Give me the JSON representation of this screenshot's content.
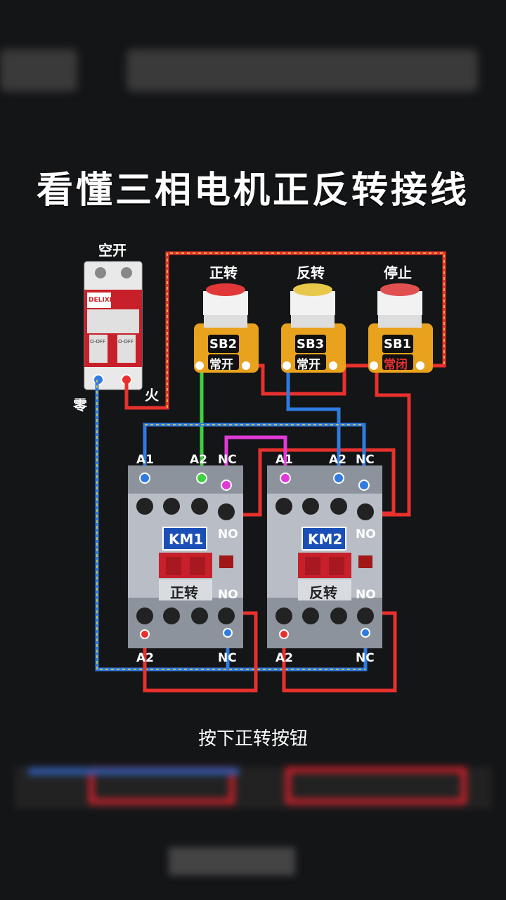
{
  "title": "看懂三相电机正反转接线",
  "breaker": {
    "label": "空开",
    "neutral_label": "零",
    "live_label": "火"
  },
  "buttons": [
    {
      "top_label": "正转",
      "code": "SB2",
      "contact": "常开",
      "cap_color": "#e03838"
    },
    {
      "top_label": "反转",
      "code": "SB3",
      "contact": "常开",
      "cap_color": "#e8c84a"
    },
    {
      "top_label": "停止",
      "code": "SB1",
      "contact": "常闭",
      "cap_color": "#e05050"
    }
  ],
  "contactors": [
    {
      "name": "KM1",
      "mode": "正转",
      "terms_top": [
        "A1",
        "A2",
        "NC"
      ],
      "terms_side": [
        "NO",
        "NO"
      ],
      "terms_bottom": [
        "A2",
        "NC"
      ]
    },
    {
      "name": "KM2",
      "mode": "反转",
      "terms_top": [
        "A1",
        "A2",
        "NC"
      ],
      "terms_side": [
        "NO",
        "NO"
      ],
      "terms_bottom": [
        "A2",
        "NC"
      ]
    }
  ],
  "caption": "按下正转按钮",
  "colors": {
    "live": "#e8312d",
    "neutral": "#2f7be0",
    "green": "#3fd13f",
    "magenta": "#e23ad8",
    "background": "#141517"
  }
}
